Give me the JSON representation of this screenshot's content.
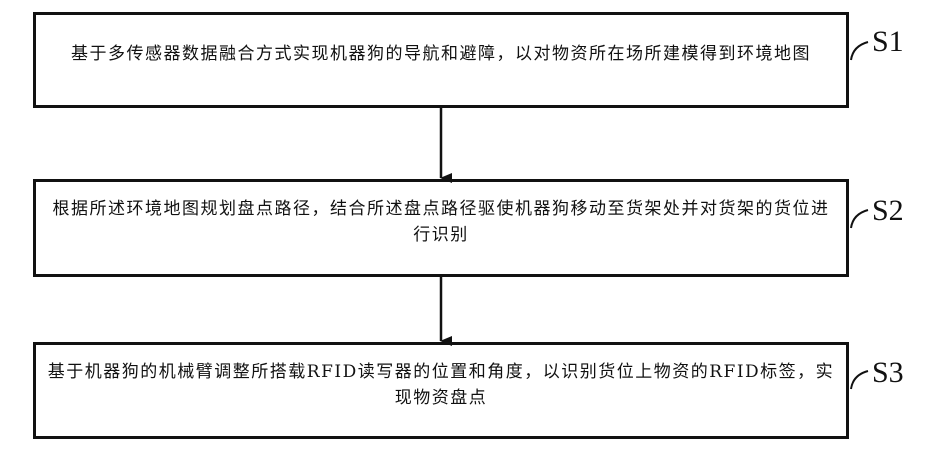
{
  "flowchart": {
    "steps": [
      {
        "id": "S1",
        "label": "S1",
        "text": "基于多传感器数据融合方式实现机器狗的导航和避障，以对物资所在场所建模得到环境地图"
      },
      {
        "id": "S2",
        "label": "S2",
        "text": "根据所述环境地图规划盘点路径，结合所述盘点路径驱使机器狗移动至货架处并对货架的货位进行识别"
      },
      {
        "id": "S3",
        "label": "S3",
        "text": "基于机器狗的机械臂调整所搭载RFID读写器的位置和角度，以识别货位上物资的RFID标签，实现物资盘点"
      }
    ],
    "edges": [
      {
        "from": "S1",
        "to": "S2"
      },
      {
        "from": "S2",
        "to": "S3"
      }
    ],
    "colors": {
      "line": "#111111",
      "background": "#ffffff"
    }
  }
}
